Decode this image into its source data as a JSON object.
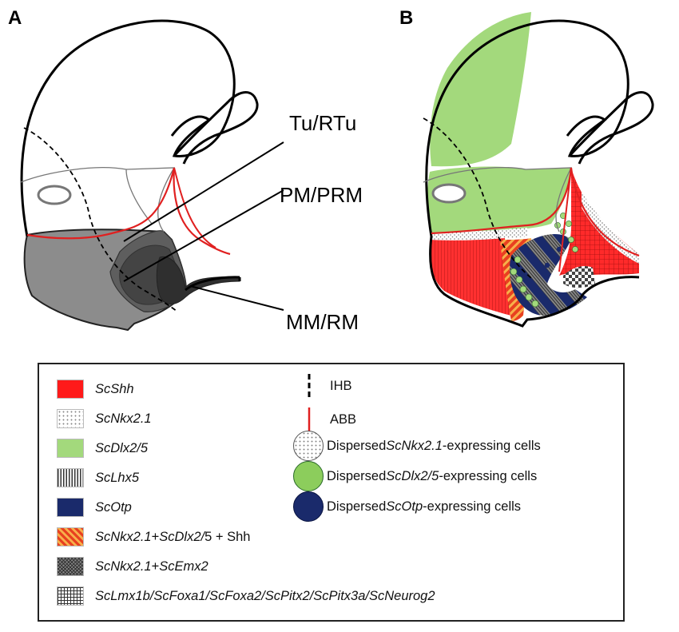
{
  "panels": {
    "a": "A",
    "b": "B"
  },
  "callouts": {
    "tu": "Tu/RTu",
    "pm": "PM/PRM",
    "mm": "MM/RM"
  },
  "colors": {
    "shh": "#ff2020",
    "nkx": "#ffffff",
    "dlx": "#a3d97c",
    "lhx": "#555555",
    "otp": "#1a2a6b",
    "combo_stripe": "#f28c28",
    "boundary_abb": "#e02020",
    "grey_light": "#8a8a8a",
    "grey_mid": "#5a5a5a",
    "grey_dark": "#3a3a3a"
  },
  "legend": {
    "left": [
      {
        "pattern": "pat-shh",
        "parts": [
          {
            "t": "ScShh",
            "i": true
          }
        ]
      },
      {
        "pattern": "pat-nkx",
        "parts": [
          {
            "t": "ScNkx2.1",
            "i": true
          }
        ]
      },
      {
        "pattern": "pat-dlx",
        "parts": [
          {
            "t": "ScDlx2/5",
            "i": true
          }
        ]
      },
      {
        "pattern": "pat-lhx",
        "parts": [
          {
            "t": "ScLhx5",
            "i": true
          }
        ]
      },
      {
        "pattern": "pat-otp",
        "parts": [
          {
            "t": "ScOtp",
            "i": true
          }
        ]
      },
      {
        "pattern": "pat-combo",
        "parts": [
          {
            "t": "ScNkx2.1",
            "i": true
          },
          {
            "t": " + ",
            "i": false
          },
          {
            "t": "ScDlx2/",
            "i": true
          },
          {
            "t": "5 + Shh",
            "i": false
          }
        ]
      },
      {
        "pattern": "pat-emx",
        "parts": [
          {
            "t": "ScNkx2.1",
            "i": true
          },
          {
            "t": " + ",
            "i": false
          },
          {
            "t": "ScEmx2",
            "i": true
          }
        ]
      },
      {
        "pattern": "pat-grid",
        "parts": [
          {
            "t": "ScLmx1b/ScFoxa1/ScFoxa2/ScPitx2/ScPitx3a/ScNeurog2",
            "i": true
          }
        ]
      }
    ],
    "right": [
      {
        "kind": "ihb",
        "parts": [
          {
            "t": "IHB",
            "i": false
          }
        ]
      },
      {
        "kind": "abb",
        "parts": [
          {
            "t": "ABB",
            "i": false
          }
        ]
      },
      {
        "kind": "circle-nkx",
        "parts": [
          {
            "t": "Dispersed",
            "i": false
          },
          {
            "t": "ScNkx2.1",
            "i": true
          },
          {
            "t": "-expressing cells",
            "i": false
          }
        ]
      },
      {
        "kind": "circle-dlx",
        "parts": [
          {
            "t": "Dispersed ",
            "i": false
          },
          {
            "t": "ScDlx2/5",
            "i": true
          },
          {
            "t": "-expressing cells",
            "i": false
          }
        ]
      },
      {
        "kind": "circle-otp",
        "parts": [
          {
            "t": "Dispersed ",
            "i": false
          },
          {
            "t": "ScOtp",
            "i": true
          },
          {
            "t": "-expressing cells",
            "i": false
          }
        ]
      }
    ]
  }
}
